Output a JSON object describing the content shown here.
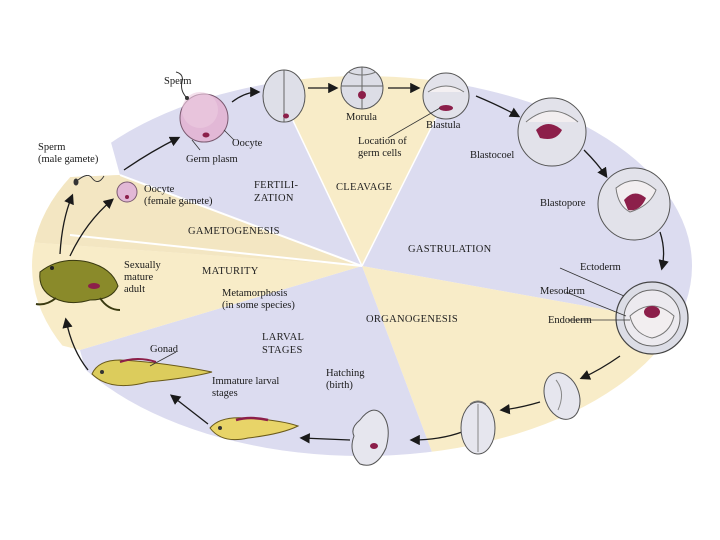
{
  "stages": {
    "fertilization": "FERTILI-\nZATION",
    "cleavage": "CLEAVAGE",
    "gametogenesis": "GAMETOGENESIS",
    "gastrulation": "GASTRULATION",
    "maturity": "MATURITY",
    "organogenesis": "ORGANOGENESIS",
    "larval_stages": "LARVAL\nSTAGES"
  },
  "labels": {
    "sperm_top": "Sperm",
    "oocyte": "Oocyte",
    "germ_plasm": "Germ plasm",
    "sperm_male": "Sperm\n(male gamete)",
    "oocyte_female": "Oocyte\n(female gamete)",
    "morula": "Morula",
    "blastula": "Blastula",
    "location_germ": "Location of\ngerm cells",
    "blastocoel": "Blastocoel",
    "blastopore": "Blastopore",
    "ectoderm": "Ectoderm",
    "mesoderm": "Mesoderm",
    "endoderm": "Endoderm",
    "sexually_mature": "Sexually\nmature\nadult",
    "metamorphosis": "Metamorphosis\n(in some species)",
    "gonad": "Gonad",
    "immature_larval": "Immature larval\nstages",
    "hatching": "Hatching\n(birth)"
  },
  "colors": {
    "cream": "#f8ecc8",
    "lavender": "#dcdcf0",
    "cell": "#e6e6ec",
    "germ": "#8c1f4a",
    "frog": "#8a8a2a",
    "arrow": "#1a1a1a"
  }
}
